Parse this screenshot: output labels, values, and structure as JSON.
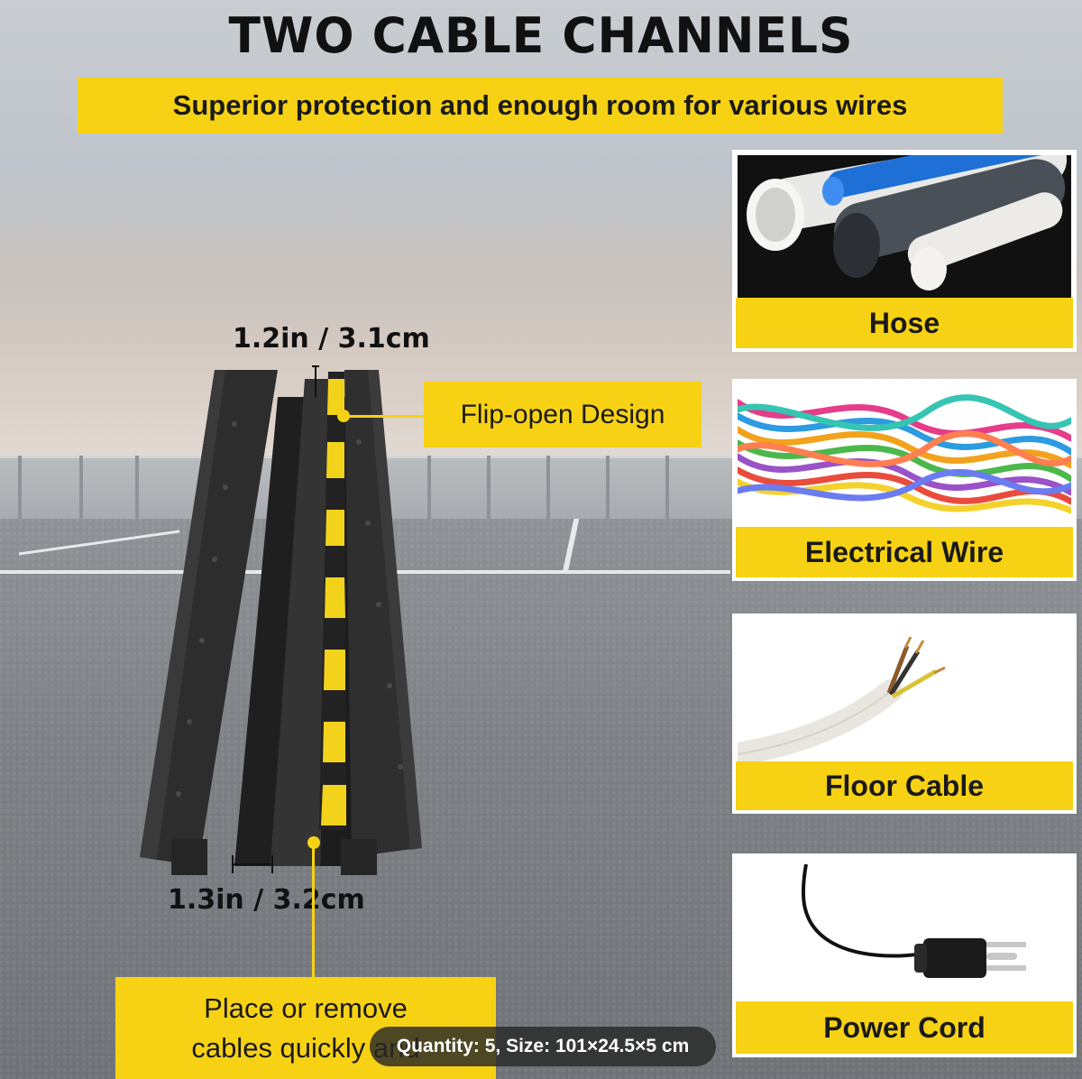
{
  "headline": "TWO CABLE CHANNELS",
  "subtitle": "Superior protection and enough room for various wires",
  "dimensions": {
    "top": "1.2in / 3.1cm",
    "bottom": "1.3in / 3.2cm"
  },
  "callouts": {
    "flip": "Flip-open Design",
    "place_line1": "Place or remove",
    "place_line2": "cables quickly and"
  },
  "cards": [
    {
      "label": "Hose",
      "icon": "hose-photo-icon"
    },
    {
      "label": "Electrical Wire",
      "icon": "electrical-wire-photo-icon"
    },
    {
      "label": "Floor Cable",
      "icon": "floor-cable-photo-icon"
    },
    {
      "label": "Power Cord",
      "icon": "power-cord-photo-icon"
    }
  ],
  "quantity_chip": "Quantity: 5, Size: 101×24.5×5 cm",
  "colors": {
    "accent_yellow": "#f7d214",
    "ramp_black": "#2b2b2b"
  }
}
